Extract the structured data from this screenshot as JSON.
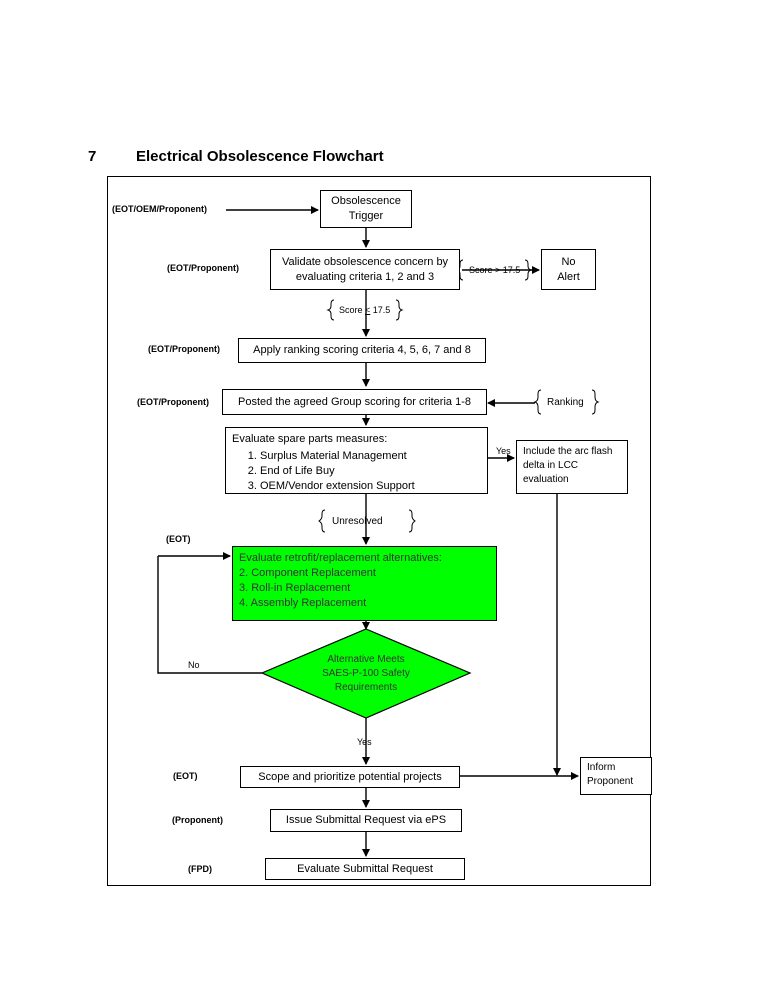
{
  "section": {
    "number": "7",
    "title": "Electrical Obsolescence Flowchart"
  },
  "actors": {
    "a1": "(EOT/OEM/Proponent)",
    "a2": "(EOT/Proponent)",
    "a3": "(EOT/Proponent)",
    "a4": "(EOT/Proponent)",
    "a5": "(EOT)",
    "a6": "(EOT)",
    "a7": "(Proponent)",
    "a8": "(FPD)"
  },
  "nodes": {
    "trigger_line1": "Obsolescence",
    "trigger_line2": "Trigger",
    "validate_line1": "Validate obsolescence concern by",
    "validate_line2": "evaluating criteria 1, 2 and 3",
    "no_alert_line1": "No",
    "no_alert_line2": "Alert",
    "ranking_criteria": "Apply ranking scoring criteria 4, 5, 6, 7 and 8",
    "posted_scoring": "Posted the agreed Group scoring for criteria 1-8",
    "ranking": "Ranking",
    "spare_parts": {
      "title": "Evaluate spare parts measures:",
      "items": [
        "Surplus Material Management",
        "End of Life Buy",
        "OEM/Vendor extension Support"
      ]
    },
    "arc_flash_line1": "Include the arc flash",
    "arc_flash_line2": "delta in LCC",
    "arc_flash_line3": "evaluation",
    "retrofit": {
      "title": "Evaluate retrofit/replacement alternatives:",
      "items": [
        "2.   Component Replacement",
        "3.   Roll-in Replacement",
        "4.   Assembly Replacement"
      ]
    },
    "decision_line1": "Alternative Meets",
    "decision_line2": "SAES-P-100 Safety",
    "decision_line3": "Requirements",
    "scope": "Scope and prioritize potential projects",
    "inform_line1": "Inform",
    "inform_line2": "Proponent",
    "issue": "Issue Submittal Request via ePS",
    "evaluate_submittal": "Evaluate Submittal Request"
  },
  "labels": {
    "score_gt": "Score > 17.5",
    "score_le_prefix": "Score ",
    "score_le_symbol": "<",
    "score_le_value": " 17.5",
    "yes_spare": "Yes",
    "unresolved": "Unresolved",
    "no_decision": "No",
    "yes_decision": "Yes"
  },
  "colors": {
    "highlight": "#00ff00"
  }
}
